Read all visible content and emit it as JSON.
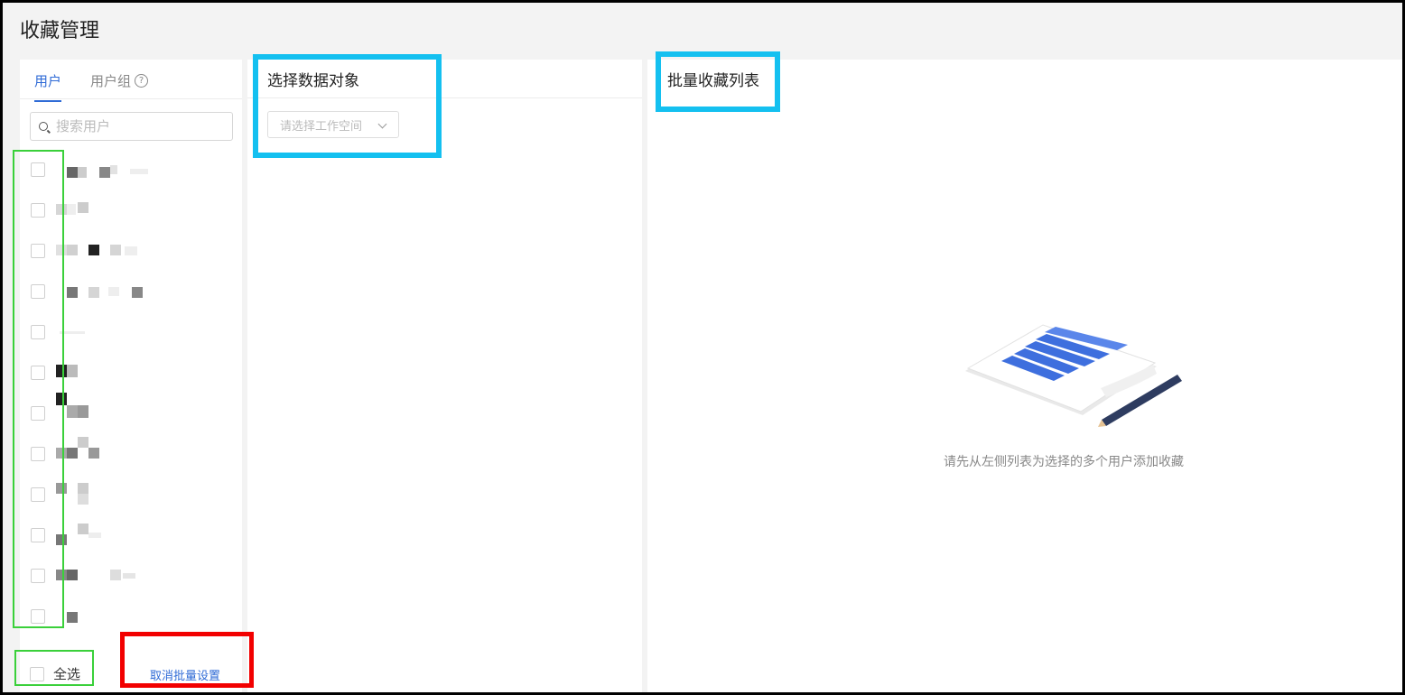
{
  "page": {
    "title": "收藏管理"
  },
  "left_panel": {
    "tabs": [
      {
        "label": "用户",
        "active": true
      },
      {
        "label": "用户组",
        "icon": "help-icon",
        "active": false
      }
    ],
    "help_icon_glyph": "?",
    "search": {
      "placeholder": "搜索用户",
      "value": ""
    },
    "users_obscured": true,
    "select_all_label": "全选",
    "cancel_batch_label": "取消批量设置"
  },
  "middle_panel": {
    "header": "选择数据对象",
    "workspace_select": {
      "placeholder": "请选择工作空间",
      "icon": "chevron-down-icon"
    }
  },
  "right_panel": {
    "header": "批量收藏列表",
    "empty_icon": "document-pencil-illustration",
    "empty_message": "请先从左侧列表为选择的多个用户添加收藏"
  },
  "colors": {
    "accent": "#2f6bd6",
    "highlight_green": "#3ad03a",
    "highlight_blue": "#14c0f0",
    "highlight_red": "#f20000"
  }
}
